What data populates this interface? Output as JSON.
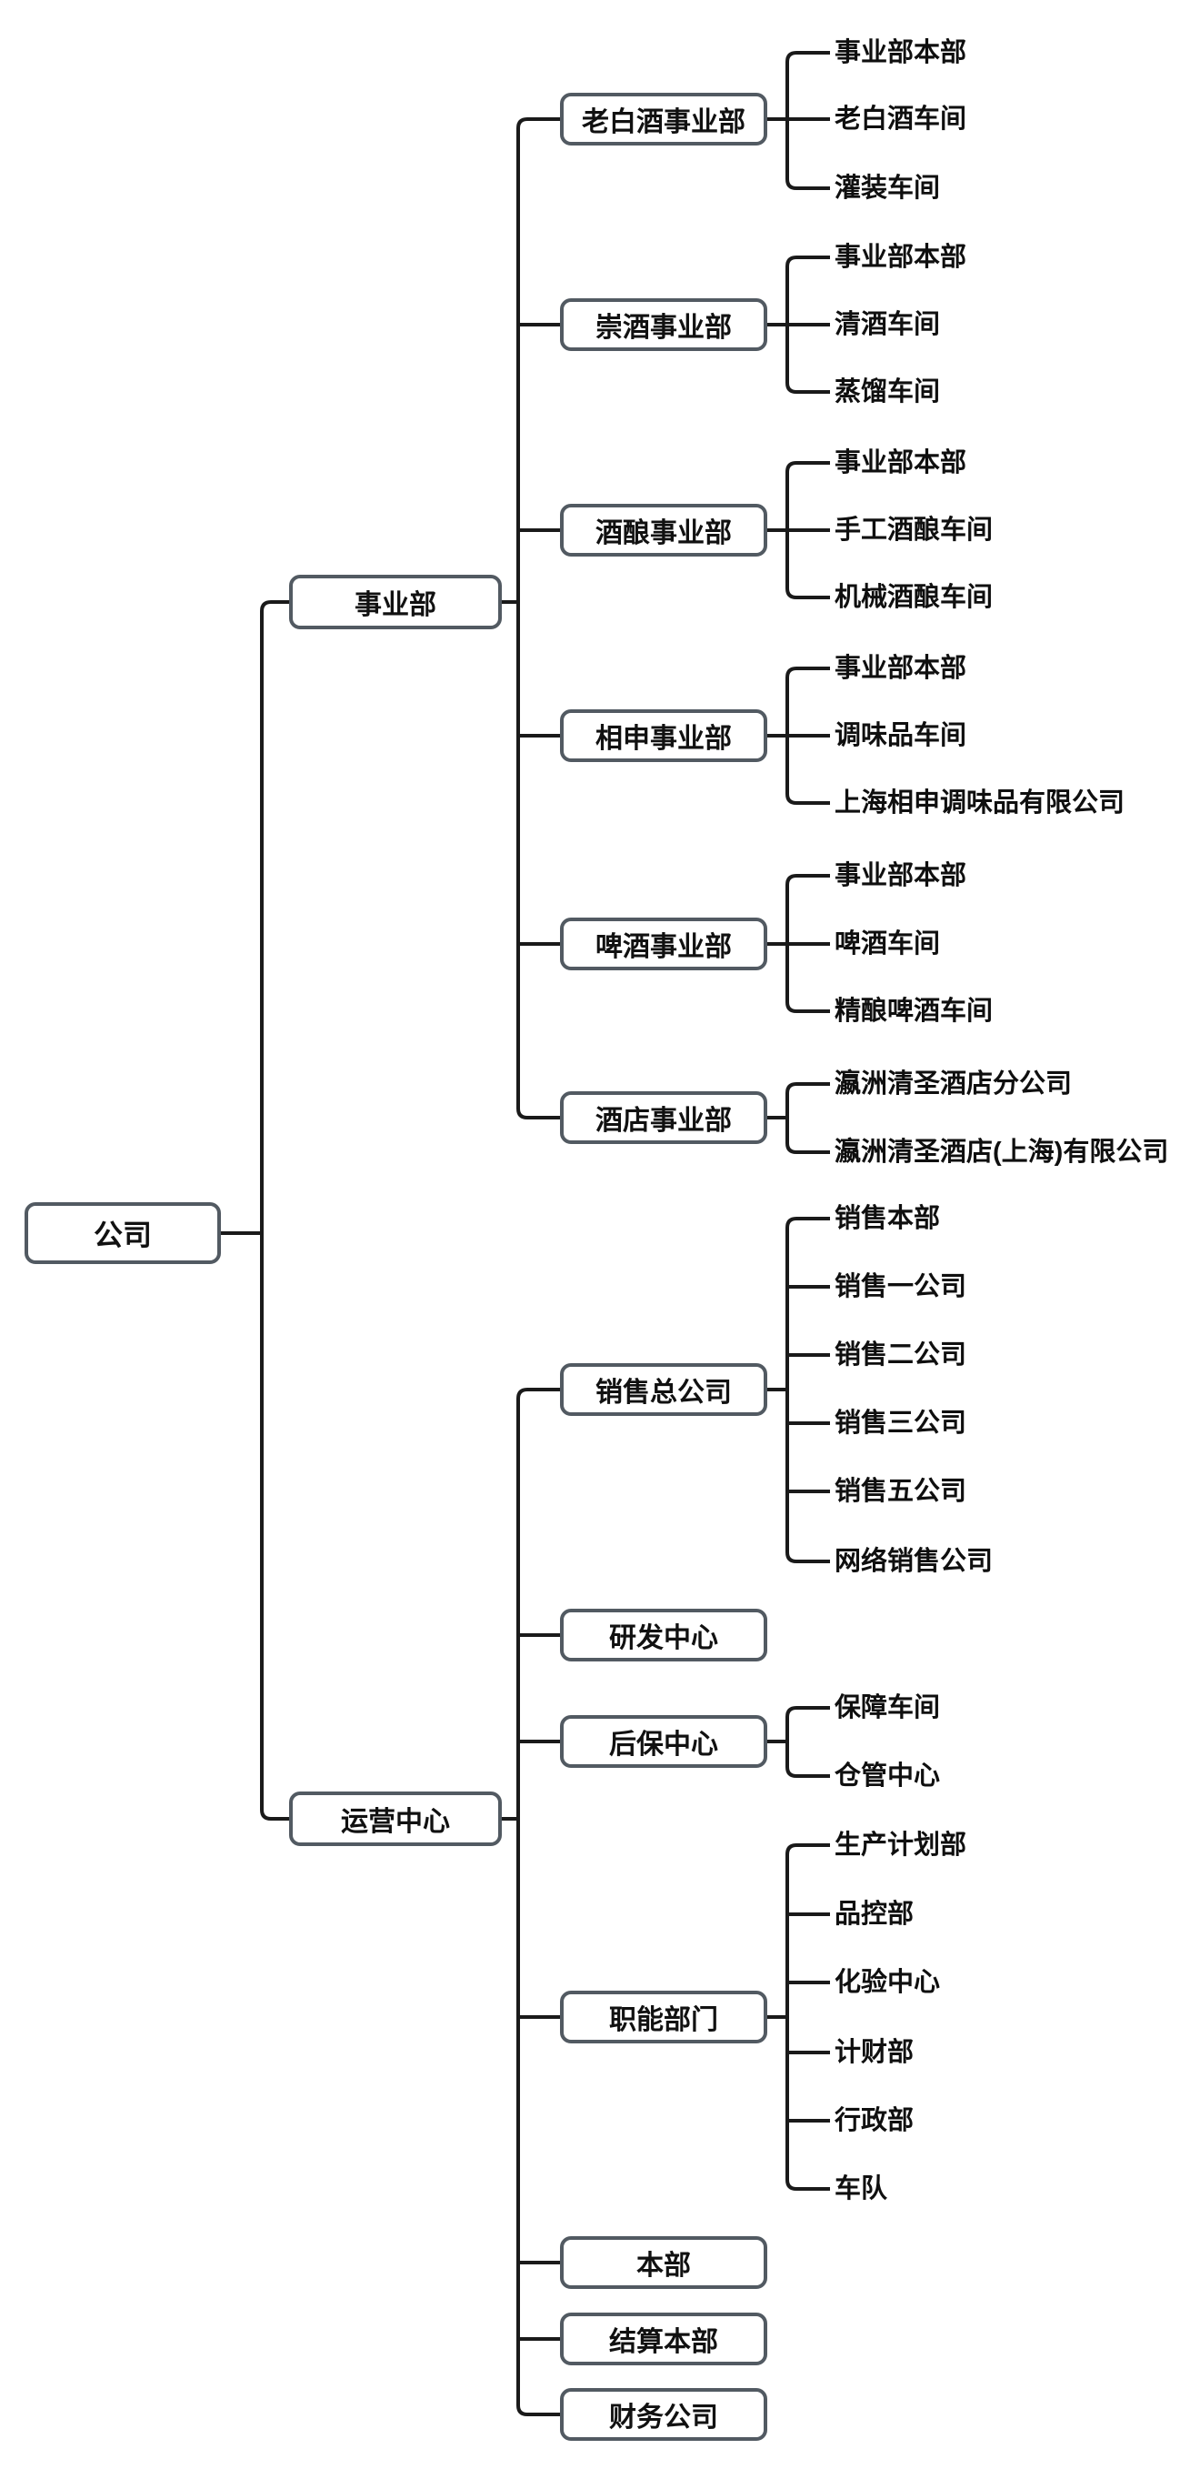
{
  "colors": {
    "background": "#ffffff",
    "box_border": "#525a62",
    "box_fill": "#ffffff",
    "connector_line": "#1a1a1a",
    "text": "#111111"
  },
  "tree": {
    "label": "公司",
    "children": [
      {
        "label": "事业部",
        "children": [
          {
            "label": "老白酒事业部",
            "children": [
              {
                "label": "事业部本部"
              },
              {
                "label": "老白酒车间"
              },
              {
                "label": "灌装车间"
              }
            ]
          },
          {
            "label": "崇酒事业部",
            "children": [
              {
                "label": "事业部本部"
              },
              {
                "label": "清酒车间"
              },
              {
                "label": "蒸馏车间"
              }
            ]
          },
          {
            "label": "酒酿事业部",
            "children": [
              {
                "label": "事业部本部"
              },
              {
                "label": "手工酒酿车间"
              },
              {
                "label": "机械酒酿车间"
              }
            ]
          },
          {
            "label": "相申事业部",
            "children": [
              {
                "label": "事业部本部"
              },
              {
                "label": "调味品车间"
              },
              {
                "label": "上海相申调味品有限公司"
              }
            ]
          },
          {
            "label": "啤酒事业部",
            "children": [
              {
                "label": "事业部本部"
              },
              {
                "label": "啤酒车间"
              },
              {
                "label": "精酿啤酒车间"
              }
            ]
          },
          {
            "label": "酒店事业部",
            "children": [
              {
                "label": "瀛洲清圣酒店分公司"
              },
              {
                "label": "瀛洲清圣酒店(上海)有限公司"
              }
            ]
          }
        ]
      },
      {
        "label": "运营中心",
        "children": [
          {
            "label": "销售总公司",
            "children": [
              {
                "label": "销售本部"
              },
              {
                "label": "销售一公司"
              },
              {
                "label": "销售二公司"
              },
              {
                "label": "销售三公司"
              },
              {
                "label": "销售五公司"
              },
              {
                "label": "网络销售公司"
              }
            ]
          },
          {
            "label": "研发中心",
            "children": []
          },
          {
            "label": "后保中心",
            "children": [
              {
                "label": "保障车间"
              },
              {
                "label": "仓管中心"
              }
            ]
          },
          {
            "label": "职能部门",
            "children": [
              {
                "label": "生产计划部"
              },
              {
                "label": "品控部"
              },
              {
                "label": "化验中心"
              },
              {
                "label": "计财部"
              },
              {
                "label": "行政部"
              },
              {
                "label": "车队"
              }
            ]
          },
          {
            "label": "本部",
            "children": []
          },
          {
            "label": "结算本部",
            "children": []
          },
          {
            "label": "财务公司",
            "children": []
          }
        ]
      }
    ]
  }
}
